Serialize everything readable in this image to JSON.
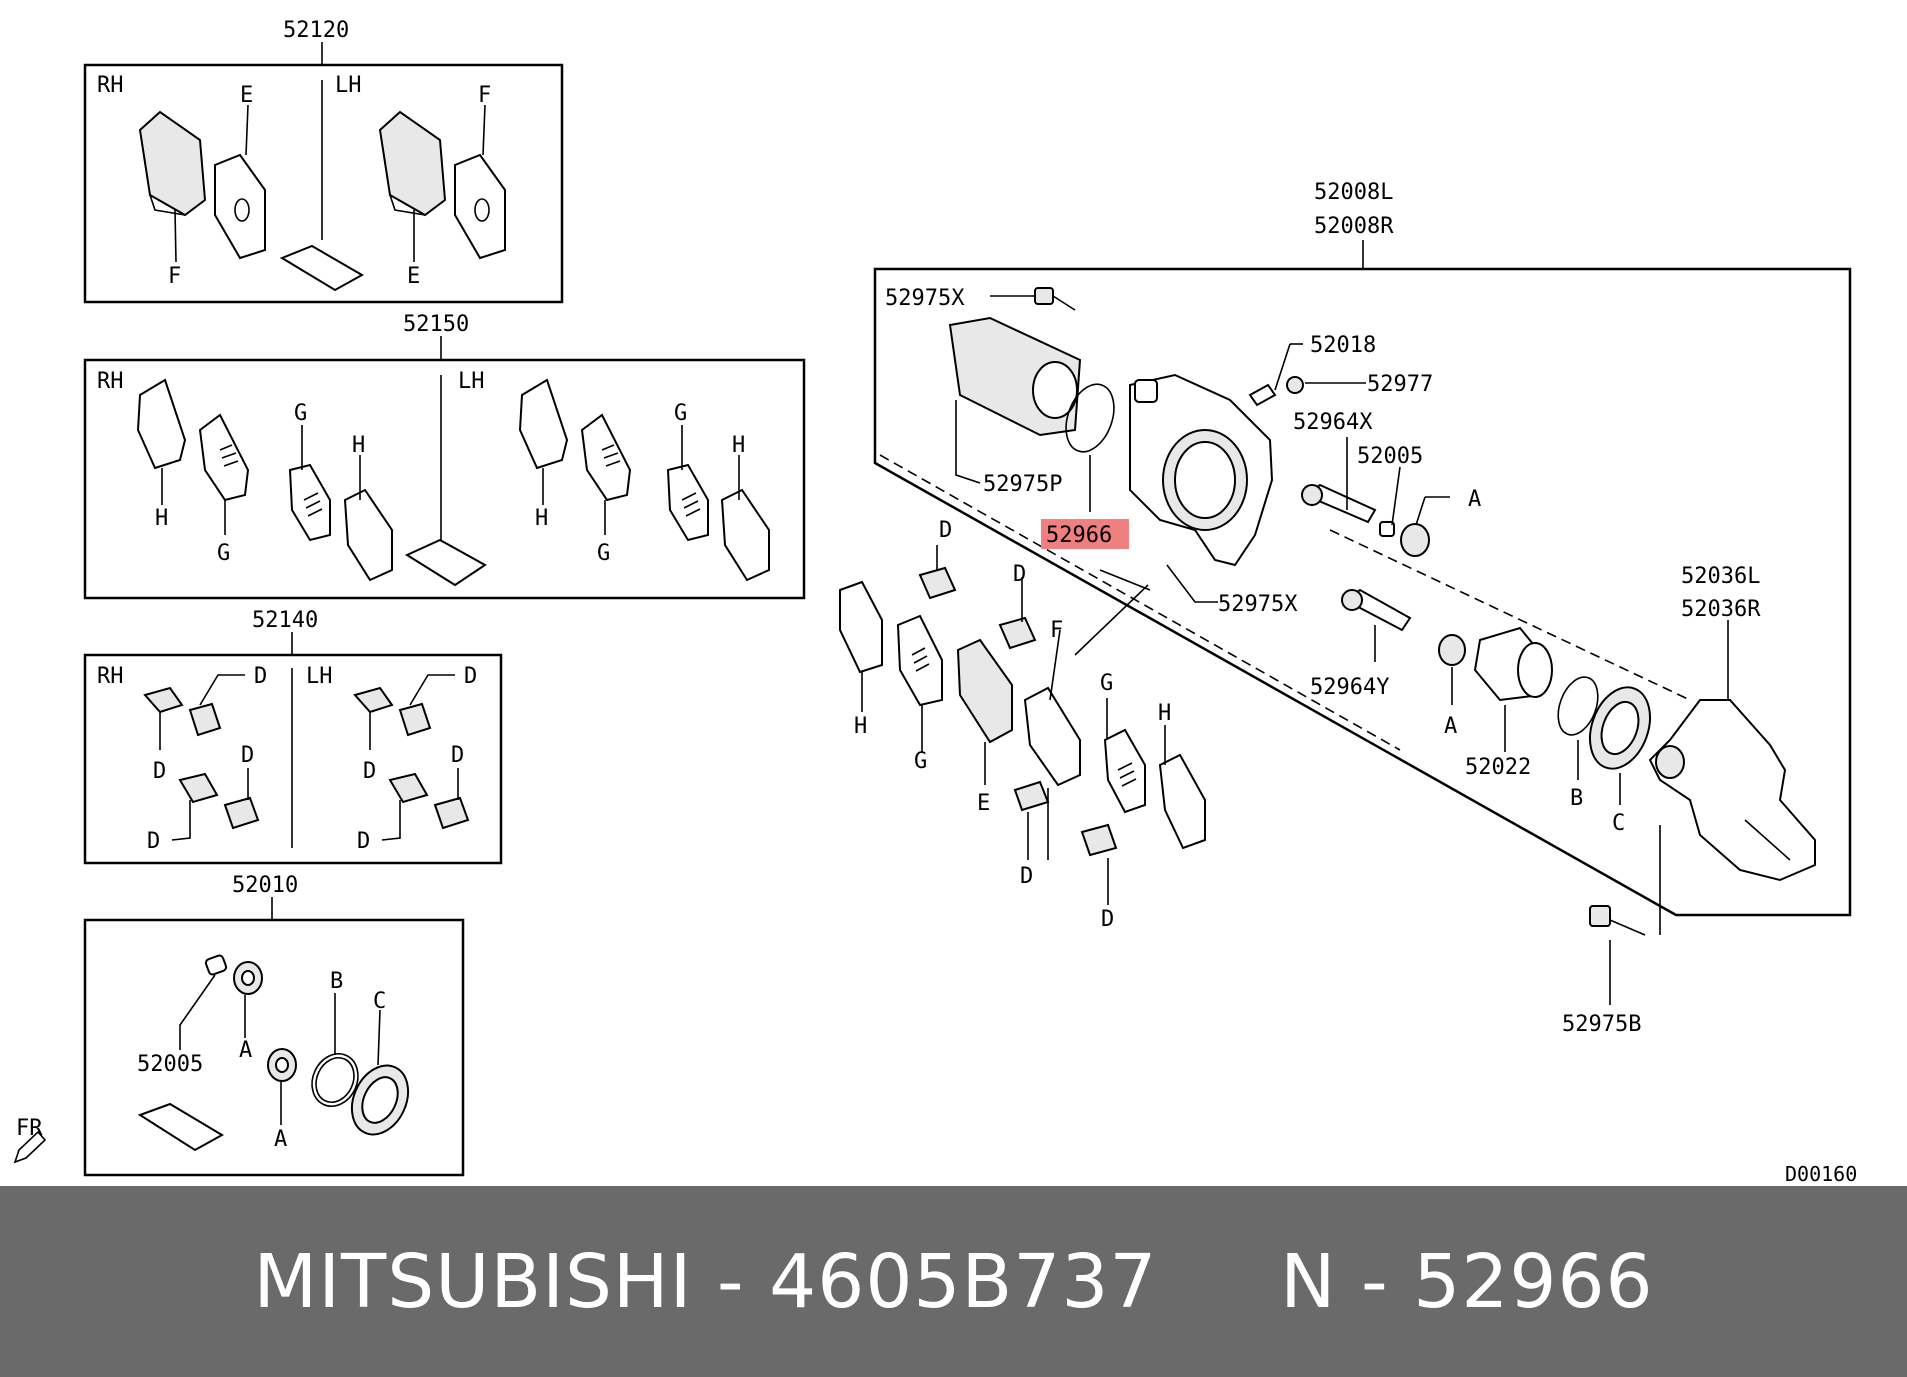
{
  "diagram": {
    "groups": {
      "pads_a": {
        "number": "52120",
        "rh": "RH",
        "lh": "LH",
        "letters": [
          "E",
          "F",
          "F",
          "E"
        ]
      },
      "pads_b": {
        "number": "52150",
        "rh": "RH",
        "lh": "LH",
        "letters": [
          "G",
          "H",
          "H",
          "G",
          "G",
          "H",
          "H",
          "G"
        ]
      },
      "clips": {
        "number": "52140",
        "rh": "RH",
        "lh": "LH",
        "letters": [
          "D",
          "D",
          "D",
          "D",
          "D",
          "D",
          "D",
          "D"
        ]
      },
      "seal_kit": {
        "number": "52010",
        "part": "52005",
        "letters": [
          "A",
          "B",
          "C",
          "A"
        ]
      }
    },
    "caliper": {
      "assembly_l": "52008L",
      "assembly_r": "52008R",
      "parts": {
        "bolt_x_top": "52975X",
        "bleeder": "52018",
        "cap": "52977",
        "pin_x": "52964X",
        "bush": "52005",
        "bolt_p": "52975P",
        "highlighted": "52966",
        "bolt_x_mid": "52975X",
        "pin_y": "52964Y",
        "piston": "52022",
        "bracket_l": "52036L",
        "bracket_r": "52036R",
        "bolt_b": "52975B"
      },
      "letters": {
        "a1": "A",
        "a2": "A",
        "b": "B",
        "c": "C",
        "d": [
          "D",
          "D",
          "D",
          "D"
        ],
        "e": "E",
        "f": "F",
        "g": [
          "G",
          "G"
        ],
        "h": [
          "H",
          "H"
        ]
      }
    },
    "fr_marker": "FR",
    "code": "D00160",
    "highlight_color": "#f08080"
  },
  "footer": {
    "brand": "MITSUBISHI",
    "sep1": " - ",
    "part_number": "4605B737",
    "gap": "     ",
    "n": "N",
    "sep2": " - ",
    "ref": "52966"
  }
}
